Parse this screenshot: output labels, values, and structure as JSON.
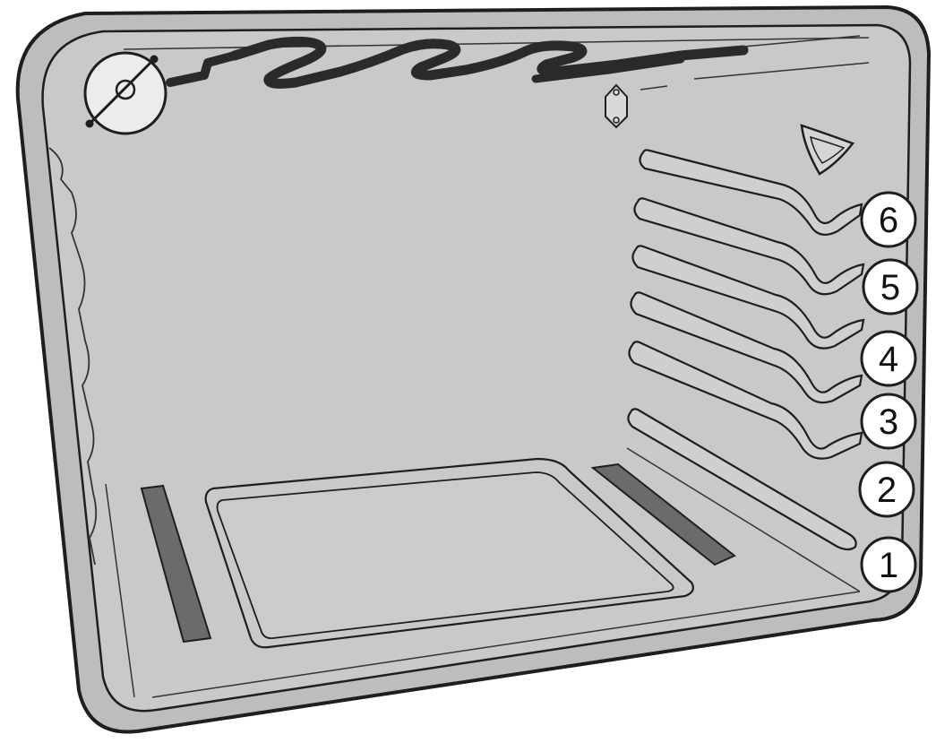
{
  "diagram": {
    "shelf_levels": [
      "1",
      "2",
      "3",
      "4",
      "5",
      "6"
    ],
    "colors": {
      "cavity": "#c9c9c9",
      "rim": "#bdbdbd",
      "outline": "#1e1e1e",
      "heating_element": "#2a2a2a",
      "dark_strip": "#6b6b6b",
      "label_fill": "#ffffff"
    },
    "icons": [
      "oven-lamp-icon",
      "grill-heating-element-icon",
      "fan-cover-icon",
      "shelf-runner-icon"
    ]
  }
}
